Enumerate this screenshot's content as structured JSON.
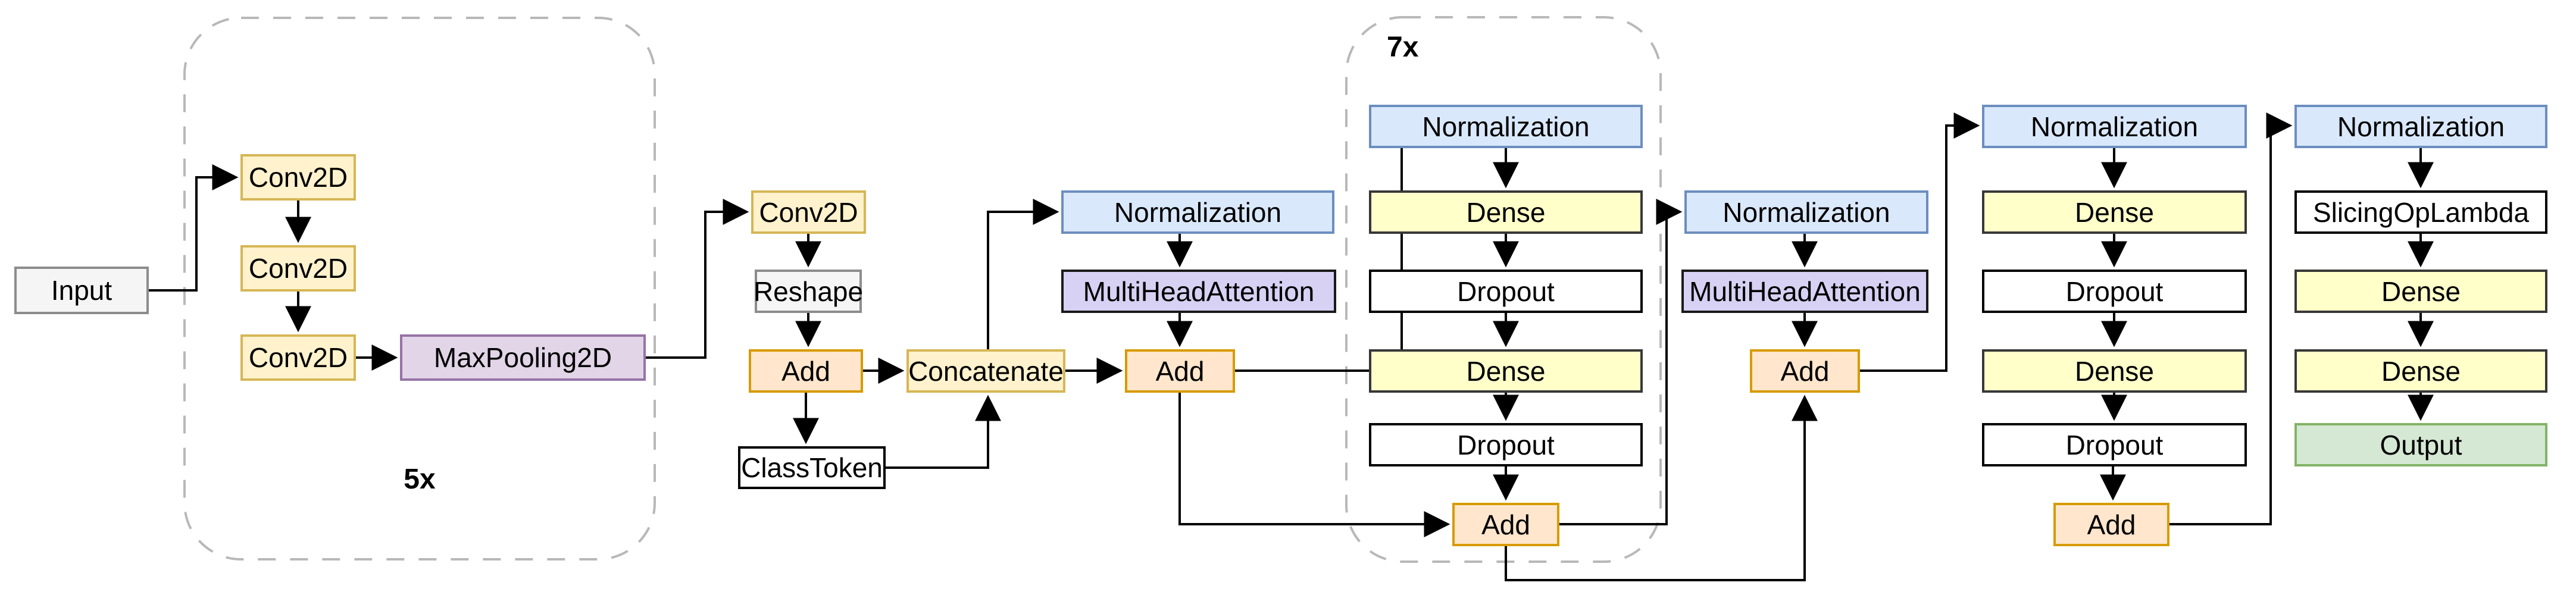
{
  "groups": {
    "rep5": {
      "label": "5x"
    },
    "rep7": {
      "label": "7x"
    }
  },
  "nodes": {
    "input": {
      "label": "Input"
    },
    "conv1": {
      "label": "Conv2D"
    },
    "conv2": {
      "label": "Conv2D"
    },
    "conv3": {
      "label": "Conv2D"
    },
    "maxpool": {
      "label": "MaxPooling2D"
    },
    "conv4": {
      "label": "Conv2D"
    },
    "reshape": {
      "label": "Reshape"
    },
    "add1": {
      "label": "Add"
    },
    "classtoken": {
      "label": "ClassToken"
    },
    "concat": {
      "label": "Concatenate"
    },
    "norm1": {
      "label": "Normalization"
    },
    "mha1": {
      "label": "MultiHeadAttention"
    },
    "add2": {
      "label": "Add"
    },
    "norm2": {
      "label": "Normalization"
    },
    "dense1": {
      "label": "Dense"
    },
    "drop1": {
      "label": "Dropout"
    },
    "dense2": {
      "label": "Dense"
    },
    "drop2": {
      "label": "Dropout"
    },
    "add3": {
      "label": "Add"
    },
    "norm3": {
      "label": "Normalization"
    },
    "mha2": {
      "label": "MultiHeadAttention"
    },
    "add4": {
      "label": "Add"
    },
    "norm4": {
      "label": "Normalization"
    },
    "dense3": {
      "label": "Dense"
    },
    "drop3": {
      "label": "Dropout"
    },
    "dense4": {
      "label": "Dense"
    },
    "drop4": {
      "label": "Dropout"
    },
    "add5": {
      "label": "Add"
    },
    "norm5": {
      "label": "Normalization"
    },
    "slicing": {
      "label": "SlicingOpLambda"
    },
    "dense5": {
      "label": "Dense"
    },
    "dense6": {
      "label": "Dense"
    },
    "output": {
      "label": "Output"
    }
  },
  "palette": {
    "io_fill": "#f5f5f5",
    "io_border": "#8c8c8c",
    "conv_fill": "#fff2cc",
    "conv_border": "#d6b656",
    "pool_fill": "#e1d5e7",
    "pool_border": "#9673a6",
    "add_fill": "#ffe6cc",
    "add_border": "#d79b00",
    "norm_fill": "#dae8fc",
    "norm_border": "#6c8ebf",
    "mha_fill": "#d7d1f4",
    "mha_border": "#1a1a1a",
    "dense_fill": "#feffc9",
    "dense_border": "#383838",
    "plain_fill": "#ffffff",
    "plain_border": "#000000",
    "output_fill": "#d5e8d4",
    "output_border": "#82b366",
    "edge_color": "#000000",
    "group_dash_color": "#b8b8b8"
  }
}
